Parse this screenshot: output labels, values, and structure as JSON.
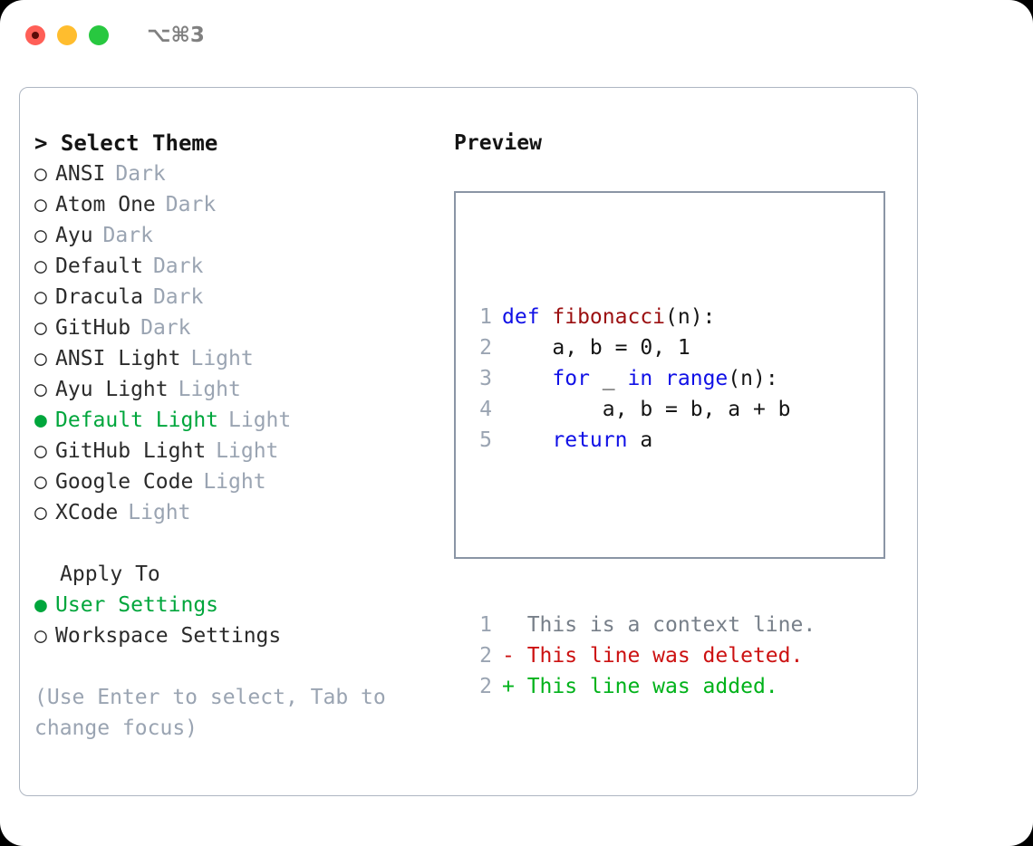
{
  "titlebar": {
    "buttons": [
      {
        "name": "close",
        "color": "#ff5f57",
        "recording": true
      },
      {
        "name": "minimize",
        "color": "#ffbd2e",
        "recording": false
      },
      {
        "name": "maximize",
        "color": "#28c840",
        "recording": false
      }
    ],
    "shortcut": "⌥⌘3"
  },
  "theme_panel": {
    "header": "> Select Theme",
    "options": [
      {
        "name": "ANSI",
        "tag": "Dark",
        "selected": false,
        "marker": "○"
      },
      {
        "name": "Atom One",
        "tag": "Dark",
        "selected": false,
        "marker": "○"
      },
      {
        "name": "Ayu",
        "tag": "Dark",
        "selected": false,
        "marker": "○"
      },
      {
        "name": "Default",
        "tag": "Dark",
        "selected": false,
        "marker": "○"
      },
      {
        "name": "Dracula",
        "tag": "Dark",
        "selected": false,
        "marker": "○"
      },
      {
        "name": "GitHub",
        "tag": "Dark",
        "selected": false,
        "marker": "○"
      },
      {
        "name": "ANSI Light",
        "tag": "Light",
        "selected": false,
        "marker": "○"
      },
      {
        "name": "Ayu Light",
        "tag": "Light",
        "selected": false,
        "marker": "○"
      },
      {
        "name": "Default Light",
        "tag": "Light",
        "selected": true,
        "marker": "●"
      },
      {
        "name": "GitHub Light",
        "tag": "Light",
        "selected": false,
        "marker": "○"
      },
      {
        "name": "Google Code",
        "tag": "Light",
        "selected": false,
        "marker": "○"
      },
      {
        "name": "XCode",
        "tag": "Light",
        "selected": false,
        "marker": "○"
      }
    ],
    "apply_to": {
      "title": "Apply To",
      "options": [
        {
          "name": "User Settings",
          "selected": true,
          "marker": "●"
        },
        {
          "name": "Workspace Settings",
          "selected": false,
          "marker": "○"
        }
      ]
    },
    "hint": "(Use Enter to select, Tab to change focus)"
  },
  "preview": {
    "title": "Preview",
    "code_lines": [
      {
        "no": "1",
        "tokens": [
          {
            "t": "def ",
            "c": "kw"
          },
          {
            "t": "fibonacci",
            "c": "fn"
          },
          {
            "t": "(n):",
            "c": "plain"
          }
        ]
      },
      {
        "no": "2",
        "tokens": [
          {
            "t": "    a, b = 0, 1",
            "c": "plain"
          }
        ]
      },
      {
        "no": "3",
        "tokens": [
          {
            "t": "    ",
            "c": "plain"
          },
          {
            "t": "for",
            "c": "kw"
          },
          {
            "t": " _ ",
            "c": "plain"
          },
          {
            "t": "in",
            "c": "kw"
          },
          {
            "t": " ",
            "c": "plain"
          },
          {
            "t": "range",
            "c": "kw"
          },
          {
            "t": "(n):",
            "c": "plain"
          }
        ]
      },
      {
        "no": "4",
        "tokens": [
          {
            "t": "        a, b = b, a + b",
            "c": "plain"
          }
        ]
      },
      {
        "no": "5",
        "tokens": [
          {
            "t": "    ",
            "c": "plain"
          },
          {
            "t": "return",
            "c": "kw"
          },
          {
            "t": " a",
            "c": "plain"
          }
        ]
      }
    ],
    "diff_lines": [
      {
        "no": "1",
        "prefix": "  ",
        "text": "This is a context line.",
        "kind": "context"
      },
      {
        "no": "2",
        "prefix": "- ",
        "text": "This line was deleted.",
        "kind": "deleted"
      },
      {
        "no": "2",
        "prefix": "+ ",
        "text": "This line was added.",
        "kind": "added"
      }
    ]
  },
  "colors": {
    "accent_green": "#00a63c",
    "muted": "#9aa4b2",
    "keyword": "#1010e6",
    "function": "#9b0f10",
    "diff_added": "#00b21a",
    "diff_deleted": "#cc1111",
    "diff_context": "#777f89",
    "border": "#aeb6c2",
    "preview_border": "#8a95a5"
  }
}
